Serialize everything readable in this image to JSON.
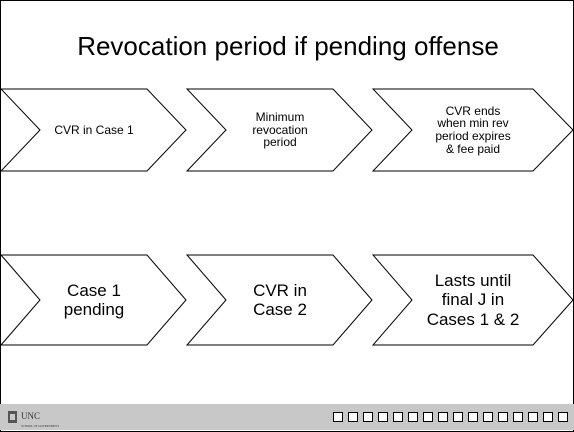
{
  "slide": {
    "title": "Revocation period if pending offense"
  },
  "rows": [
    {
      "id": "row1",
      "chevrons": [
        {
          "label": "CVR in Case 1"
        },
        {
          "label": "Minimum\nrevocation\nperiod"
        },
        {
          "label": "CVR ends\nwhen min rev\nperiod expires\n& fee paid"
        }
      ]
    },
    {
      "id": "row2",
      "chevrons": [
        {
          "label": "Case 1\npending"
        },
        {
          "label": "CVR in\nCase 2"
        },
        {
          "label": "Lasts until\nfinal J in\nCases 1 & 2"
        }
      ]
    }
  ],
  "footer": {
    "logo_text": "UNC",
    "logo_subtext": "SCHOOL OF GOVERNMENT",
    "nav_square_count": 16,
    "background_color": "#c8c8c8"
  }
}
